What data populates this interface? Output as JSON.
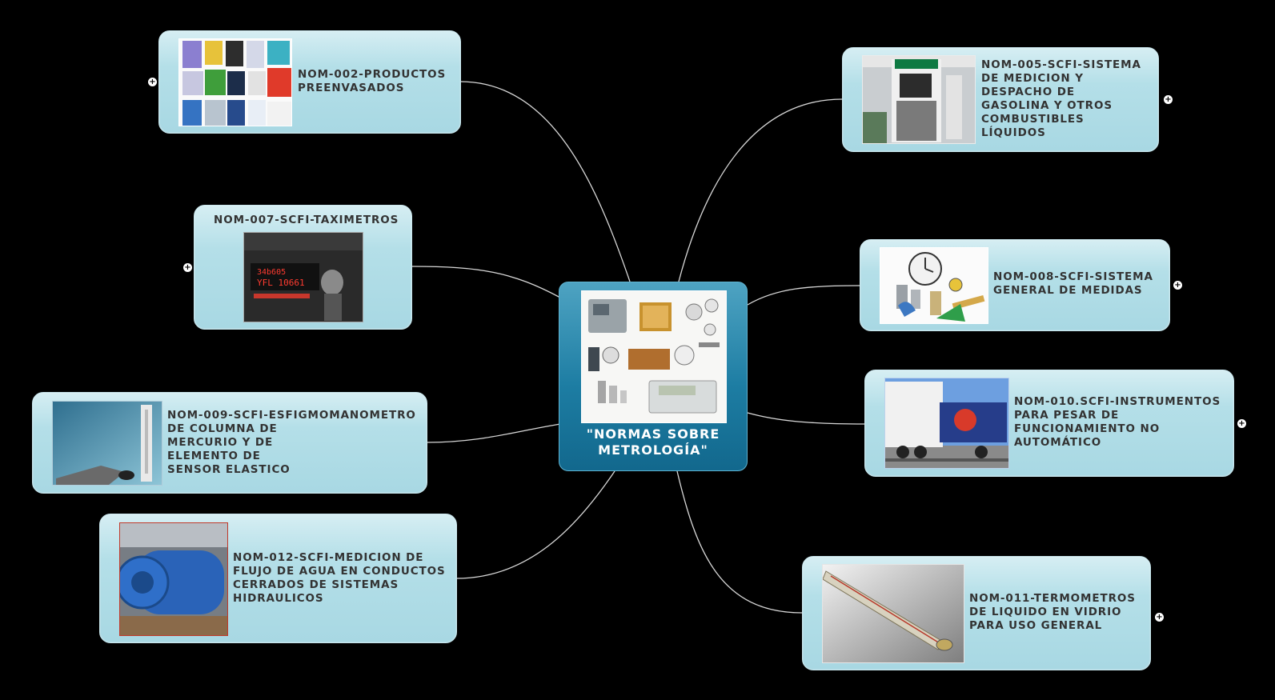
{
  "center": {
    "title": "\"NORMAS SOBRE\nMETROLOGÍA\"",
    "image": "metrology-instruments-photo"
  },
  "topics": [
    {
      "id": "nom-002",
      "label": "NOM-002-PRODUCTOS\nPREENVASADOS",
      "image": "packaged-products-photo",
      "expander": "+"
    },
    {
      "id": "nom-007",
      "label": "NOM-007-SCFI-TAXIMETROS",
      "image": "taximeter-photo",
      "expander": "+"
    },
    {
      "id": "nom-009",
      "label": "NOM-009-SCFI-ESFIGMOMANOMETRO\nDE COLUMNA DE\nMERCURIO Y DE\nELEMENTO DE\nSENSOR ELASTICO",
      "image": "sphygmomanometer-photo",
      "expander": ""
    },
    {
      "id": "nom-012",
      "label": "NOM-012-SCFI-MEDICION DE\nFLUJO DE AGUA EN CONDUCTOS\nCERRADOS DE SISTEMAS\nHIDRAULICOS",
      "image": "water-flow-meter-photo",
      "expander": ""
    },
    {
      "id": "nom-005",
      "label": "NOM-005-SCFI-SISTEMA\nDE MEDICION Y\nDESPACHO DE\nGASOLINA Y OTROS\nCOMBUSTIBLES\nLÍQUIDOS",
      "image": "fuel-dispenser-photo",
      "expander": "+"
    },
    {
      "id": "nom-008",
      "label": "NOM-008-SCFI-SISTEMA\nGENERAL DE MEDIDAS",
      "image": "measurement-tools-photo",
      "expander": "+"
    },
    {
      "id": "nom-010",
      "label": "NOM-010.SCFI-INSTRUMENTOS\nPARA PESAR DE\nFUNCIONAMIENTO NO\nAUTOMÁTICO",
      "image": "weighing-truck-photo",
      "expander": "+"
    },
    {
      "id": "nom-011",
      "label": "NOM-011-TERMOMETROS\nDE LIQUIDO EN VIDRIO\nPARA USO GENERAL",
      "image": "thermometer-photo",
      "expander": "+"
    }
  ]
}
